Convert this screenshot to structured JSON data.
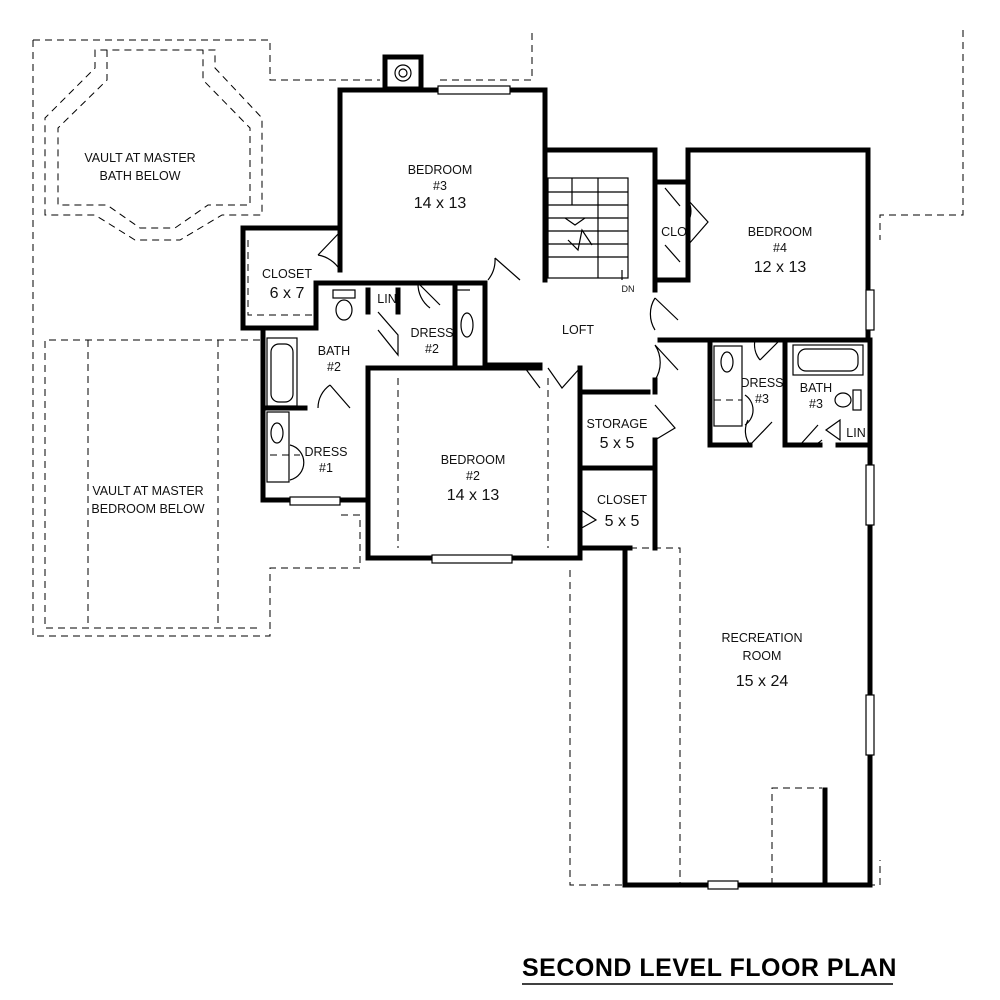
{
  "plan": {
    "title": "SECOND LEVEL FLOOR PLAN",
    "vault_bath": [
      "VAULT AT MASTER",
      "BATH BELOW"
    ],
    "vault_bedroom": [
      "VAULT AT MASTER",
      "BEDROOM BELOW"
    ],
    "rooms": {
      "bedroom3": {
        "name": "BEDROOM",
        "num": "#3",
        "size": "14 x 13"
      },
      "bedroom4": {
        "name": "BEDROOM",
        "num": "#4",
        "size": "12 x 13"
      },
      "bedroom2": {
        "name": "BEDROOM",
        "num": "#2",
        "size": "14 x 13"
      },
      "closet_main": {
        "name": "CLOSET",
        "size": "6 x 7"
      },
      "lin1": {
        "name": "LIN"
      },
      "lin2": {
        "name": "LIN"
      },
      "clo": {
        "name": "CLO"
      },
      "bath2": {
        "name": "BATH",
        "num": "#2"
      },
      "bath3": {
        "name": "BATH",
        "num": "#3"
      },
      "dress1": {
        "name": "DRESS",
        "num": "#1"
      },
      "dress2": {
        "name": "DRESS",
        "num": "#2"
      },
      "dress3": {
        "name": "DRESS",
        "num": "#3"
      },
      "loft": {
        "name": "LOFT"
      },
      "stairs_dn": {
        "name": "DN"
      },
      "storage": {
        "name": "STORAGE",
        "size": "5 x 5"
      },
      "closet_small": {
        "name": "CLOSET",
        "size": "5 x 5"
      },
      "recreation": {
        "name": "RECREATION",
        "name2": "ROOM",
        "size": "15 x 24"
      }
    }
  }
}
